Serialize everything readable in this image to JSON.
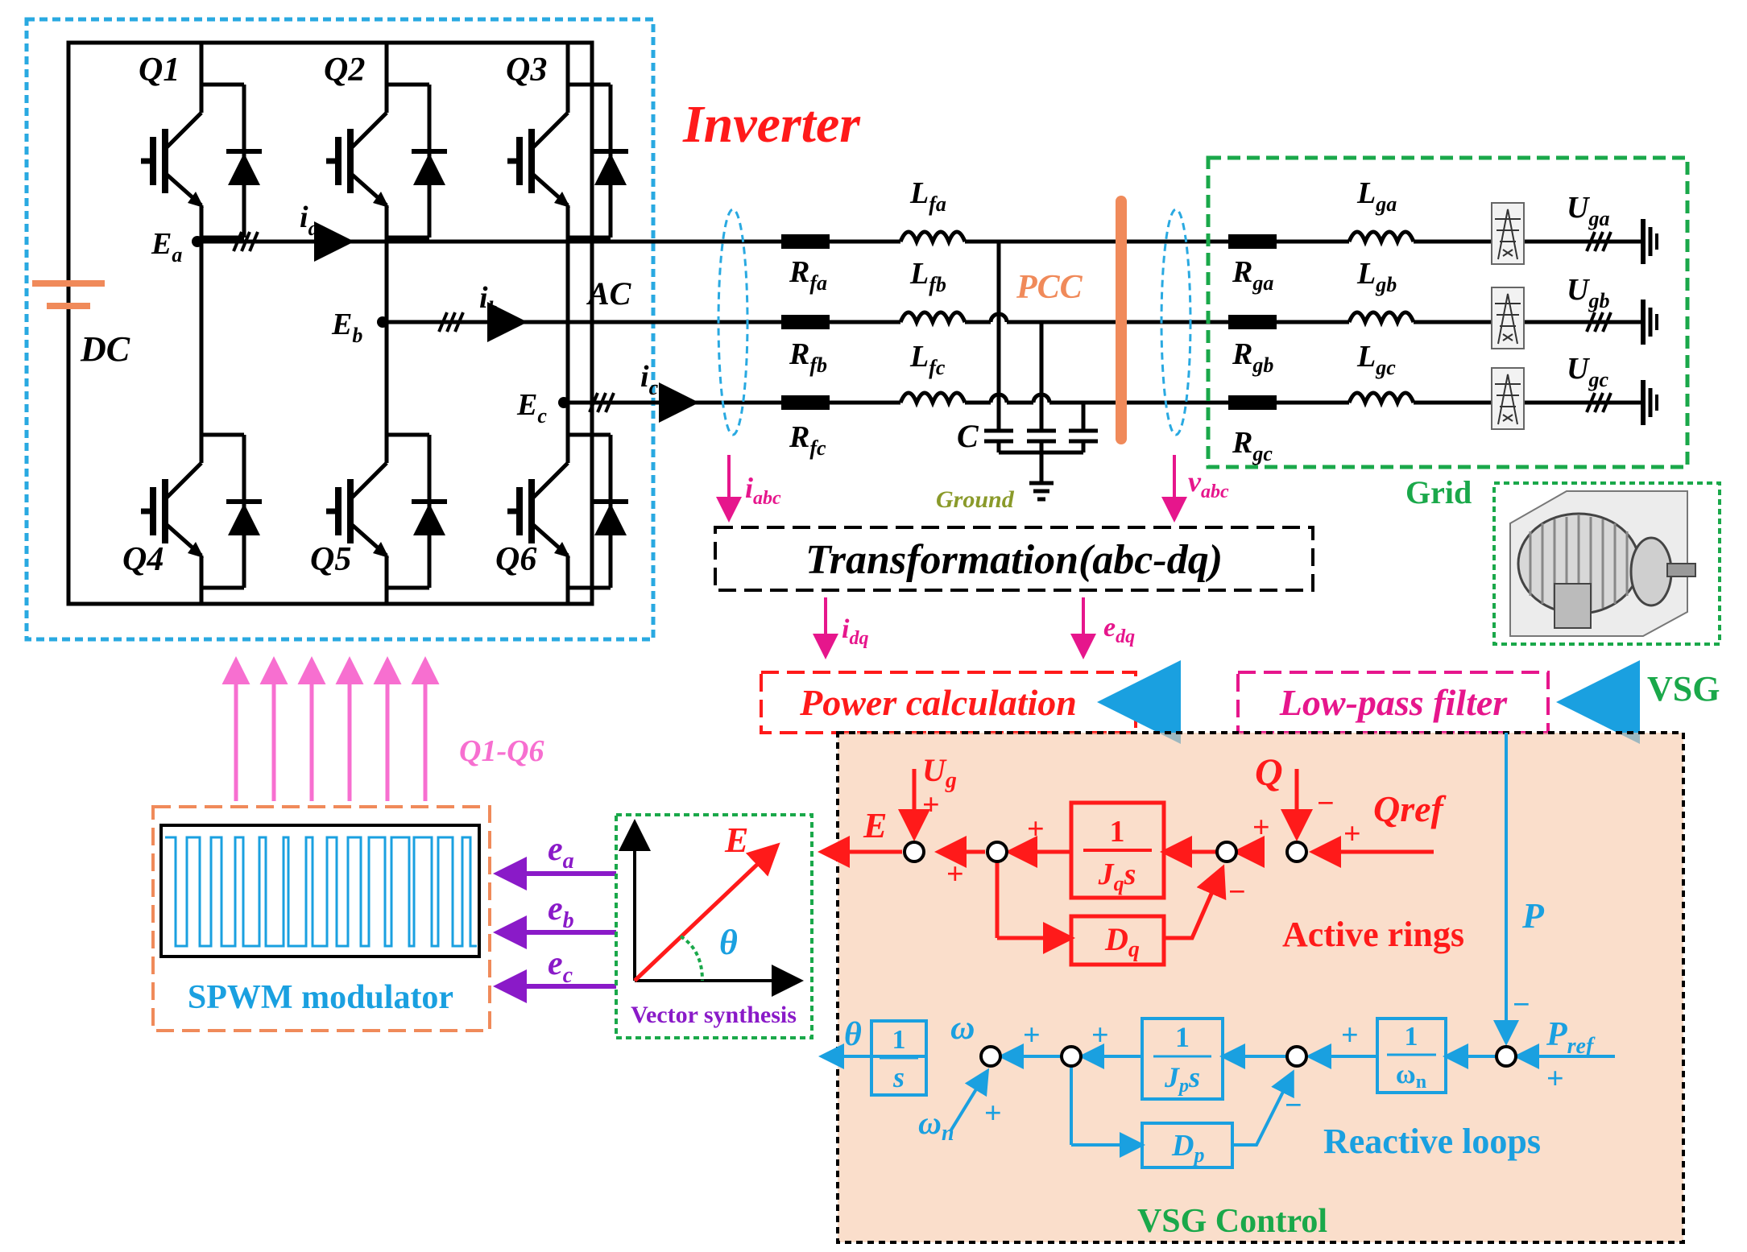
{
  "colors": {
    "power": "#000000",
    "inverter_box": "#29a9e1",
    "grid_box": "#1aa84a",
    "red": "#ff1a1a",
    "magenta": "#e6168c",
    "cyan": "#1aa0e0",
    "purple": "#8a1ac8",
    "pink": "#f76fd0",
    "orange": "#f08a5a",
    "olive": "#8a9a2a",
    "green": "#1aa84a",
    "vsg_bg": "#f6c8a8"
  },
  "switches": {
    "q1": "Q1",
    "q2": "Q2",
    "q3": "Q3",
    "q4": "Q4",
    "q5": "Q5",
    "q6": "Q6"
  },
  "labels": {
    "inverter": "Inverter",
    "dc": "DC",
    "ac": "AC",
    "ea_node": "E",
    "ea_sub": "a",
    "eb_node": "E",
    "eb_sub": "b",
    "ec_node": "E",
    "ec_sub": "c",
    "ia": "i",
    "ia_sub": "a",
    "ib": "i",
    "ib_sub": "b",
    "ic": "i",
    "ic_sub": "c",
    "rfa": "R",
    "rfa_sub": "fa",
    "rfb": "R",
    "rfb_sub": "fb",
    "rfc": "R",
    "rfc_sub": "fc",
    "lfa": "L",
    "lfa_sub": "fa",
    "lfb": "L",
    "lfb_sub": "fb",
    "lfc": "L",
    "lfc_sub": "fc",
    "cap": "C",
    "pcc": "PCC",
    "ground": "Ground",
    "rga": "R",
    "rga_sub": "ga",
    "rgb": "R",
    "rgb_sub": "gb",
    "rgc": "R",
    "rgc_sub": "gc",
    "lga": "L",
    "lga_sub": "ga",
    "lgb": "L",
    "lgb_sub": "gb",
    "lgc": "L",
    "lgc_sub": "gc",
    "uga": "U",
    "uga_sub": "ga",
    "ugb": "U",
    "ugb_sub": "gb",
    "ugc": "U",
    "ugc_sub": "gc",
    "grid": "Grid",
    "vsg": "VSG",
    "iabc": "i",
    "iabc_sub": "abc",
    "vabc": "v",
    "vabc_sub": "abc",
    "transformation": "Transformation(abc-dq)",
    "idq": "i",
    "idq_sub": "dq",
    "edq": "e",
    "edq_sub": "dq",
    "power_calc": "Power calculation",
    "lpf": "Low-pass filter",
    "q1q6": "Q1-Q6",
    "spwm": "SPWM modulator",
    "ea": "e",
    "ea2_sub": "a",
    "eb": "e",
    "eb2_sub": "b",
    "ec": "e",
    "ec2_sub": "c",
    "vector_E": "E",
    "theta": "θ",
    "vector_synthesis": "Vector synthesis",
    "ug": "U",
    "ug_sub": "g",
    "Q": "Q",
    "qref": "Qref",
    "E_out": "E",
    "jq_num": "1",
    "jq_den": "J",
    "jq_den_sub": "q",
    "jq_den_s": "s",
    "dq": "D",
    "dq_sub": "q",
    "active_rings": "Active rings",
    "P": "P",
    "pref": "P",
    "pref_sub": "ref",
    "jp_num": "1",
    "jp_den": "J",
    "jp_den_sub": "p",
    "jp_den_s": "s",
    "wn_num": "1",
    "wn_den": "ω",
    "wn_den_sub": "n",
    "dp": "D",
    "dp_sub": "p",
    "int_num": "1",
    "int_den": "s",
    "theta_out": "θ",
    "omega": "ω",
    "omega_n": "ω",
    "omega_n_sub": "n",
    "reactive_loops": "Reactive loops",
    "vsg_control": "VSG Control",
    "plus": "+",
    "minus": "−"
  }
}
